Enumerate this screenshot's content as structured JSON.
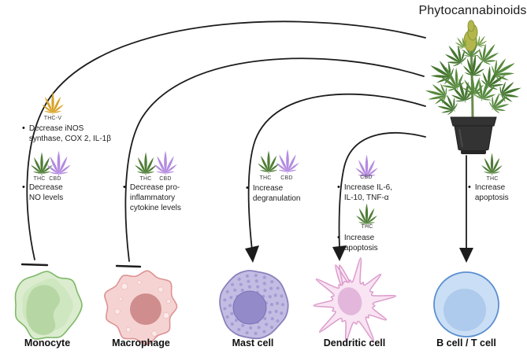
{
  "title": "Phytocannabinoids",
  "bullet_char": "•",
  "colors": {
    "ink": "#1c1c1c",
    "background": "#ffffff",
    "thc_green": "#4e7d35",
    "cbd_purple": "#b48be0",
    "thcv_gold": "#d9a328"
  },
  "plant": {
    "foliage_dark": "#44752f",
    "foliage_light": "#578a3e",
    "bud": "#b3b74b",
    "stem": "#6b8c4c",
    "pot": "#333333"
  },
  "cells": {
    "monocyte": {
      "label": "Monocyte",
      "fill": "#dbeccf",
      "stroke": "#7fb968",
      "inner": "#cfe7c0",
      "nucleus": "#b6d7a3"
    },
    "macrophage": {
      "label": "Macrophage",
      "fill": "#f6d3d3",
      "stroke": "#dc9393",
      "nucleus": "#cf8d8d",
      "vesicle_fill": "#fbeaea",
      "vesicle_stroke": "#edbcbc"
    },
    "mast": {
      "label": "Mast cell",
      "fill": "#c3bde3",
      "stroke": "#8a81bd",
      "nucleus": "#938ac9",
      "nucleus_stroke": "#7b73b8",
      "granule": "#a59cd4"
    },
    "dendritic": {
      "label": "Dendritic cell",
      "fill": "#f8e4f2",
      "stroke": "#dc9ccc",
      "nucleus": "#e3b7db"
    },
    "bcell": {
      "label": "B cell / T cell",
      "fill": "#cadff5",
      "stroke": "#5b8fd0",
      "nucleus": "#aecaec"
    }
  },
  "pathways": [
    {
      "target_key": "monocyte",
      "link": "inhibit",
      "entries": [
        {
          "leaves": [
            {
              "label": "THC-V",
              "color": "#d9a328"
            }
          ],
          "lines": [
            "Decrease iNOS",
            "synthase, COX 2, IL-1β"
          ]
        },
        {
          "leaves": [
            {
              "label": "THC",
              "color": "#4e7d35"
            },
            {
              "label": "CBD",
              "color": "#b48be0"
            }
          ],
          "lines": [
            "Decrease",
            "NO levels"
          ]
        }
      ]
    },
    {
      "target_key": "macrophage",
      "link": "inhibit",
      "entries": [
        {
          "leaves": [
            {
              "label": "THC",
              "color": "#4e7d35"
            },
            {
              "label": "CBD",
              "color": "#b48be0"
            }
          ],
          "lines": [
            "Decrease pro-",
            "inflammatory",
            "cytokine levels"
          ]
        }
      ]
    },
    {
      "target_key": "mast",
      "link": "activate",
      "entries": [
        {
          "leaves": [
            {
              "label": "THC",
              "color": "#4e7d35"
            },
            {
              "label": "CBD",
              "color": "#b48be0"
            }
          ],
          "lines": [
            "Increase",
            "degranulation"
          ]
        }
      ]
    },
    {
      "target_key": "dendritic",
      "link": "activate",
      "entries": [
        {
          "leaves": [
            {
              "label": "CBD",
              "color": "#b48be0"
            }
          ],
          "lines": [
            "Increase IL-6,",
            "IL-10, TNF-α"
          ]
        },
        {
          "leaves": [
            {
              "label": "THC",
              "color": "#4e7d35"
            }
          ],
          "lines": [
            "Increase",
            "apoptosis"
          ]
        }
      ]
    },
    {
      "target_key": "bcell",
      "link": "activate",
      "entries": [
        {
          "leaves": [
            {
              "label": "THC",
              "color": "#4e7d35"
            }
          ],
          "lines": [
            "Increase",
            "apoptosis"
          ]
        }
      ]
    }
  ]
}
